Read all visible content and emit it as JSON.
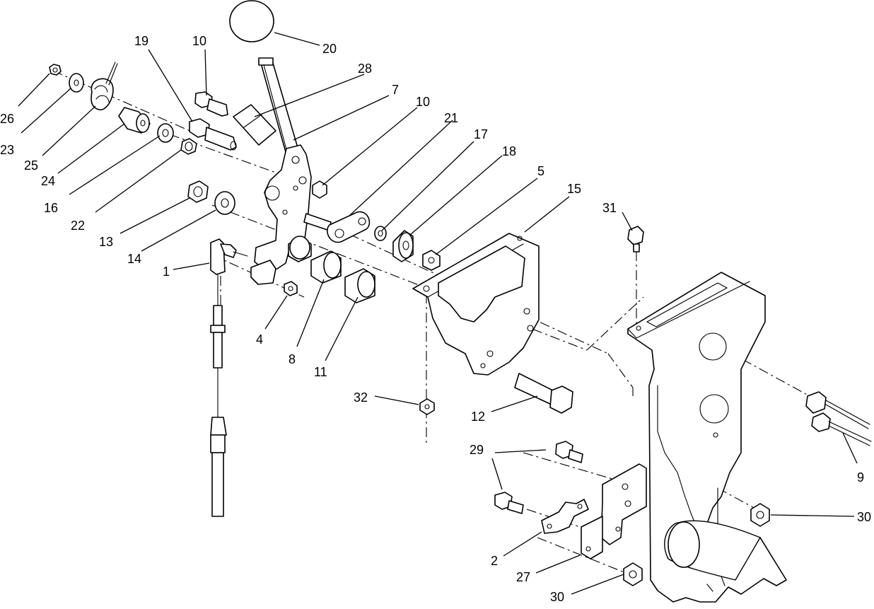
{
  "callouts": [
    {
      "id": "c26",
      "label": "26"
    },
    {
      "id": "c23",
      "label": "23"
    },
    {
      "id": "c25",
      "label": "25"
    },
    {
      "id": "c24",
      "label": "24"
    },
    {
      "id": "c19",
      "label": "19"
    },
    {
      "id": "c10a",
      "label": "10"
    },
    {
      "id": "c20",
      "label": "20"
    },
    {
      "id": "c28",
      "label": "28"
    },
    {
      "id": "c7",
      "label": "7"
    },
    {
      "id": "c10b",
      "label": "10"
    },
    {
      "id": "c21",
      "label": "21"
    },
    {
      "id": "c17",
      "label": "17"
    },
    {
      "id": "c18",
      "label": "18"
    },
    {
      "id": "c5",
      "label": "5"
    },
    {
      "id": "c15",
      "label": "15"
    },
    {
      "id": "c16",
      "label": "16"
    },
    {
      "id": "c22",
      "label": "22"
    },
    {
      "id": "c13",
      "label": "13"
    },
    {
      "id": "c14",
      "label": "14"
    },
    {
      "id": "c1",
      "label": "1"
    },
    {
      "id": "c4",
      "label": "4"
    },
    {
      "id": "c8",
      "label": "8"
    },
    {
      "id": "c11",
      "label": "11"
    },
    {
      "id": "c31",
      "label": "31"
    },
    {
      "id": "c32",
      "label": "32"
    },
    {
      "id": "c12",
      "label": "12"
    },
    {
      "id": "c29",
      "label": "29"
    },
    {
      "id": "c9",
      "label": "9"
    },
    {
      "id": "c30a",
      "label": "30"
    },
    {
      "id": "c2",
      "label": "2"
    },
    {
      "id": "c27",
      "label": "27"
    },
    {
      "id": "c30b",
      "label": "30"
    }
  ]
}
